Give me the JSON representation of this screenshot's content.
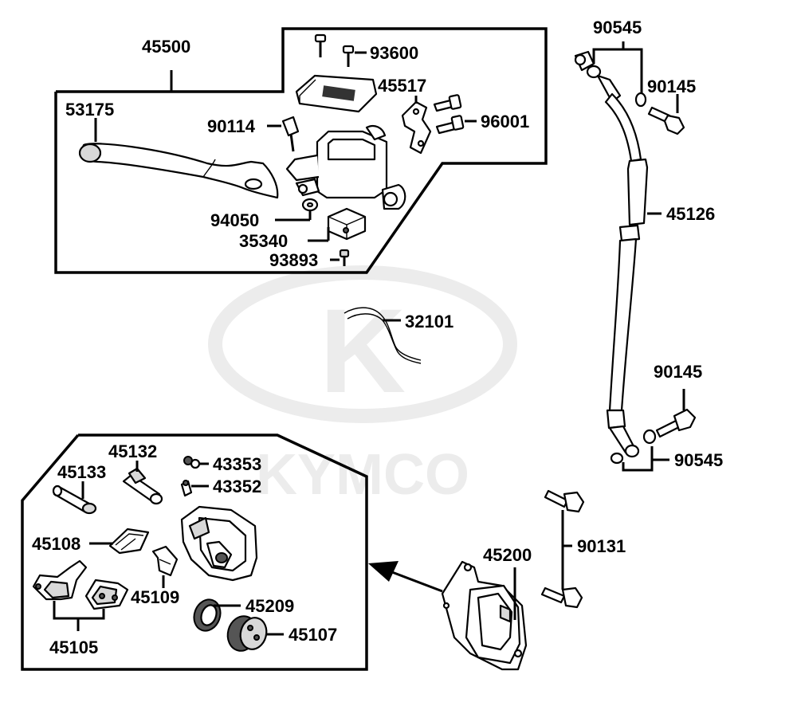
{
  "watermark": {
    "logo": "K",
    "text": "KYMCO"
  },
  "parts": {
    "p45500": "45500",
    "p93600": "93600",
    "p45517": "45517",
    "p53175": "53175",
    "p90114": "90114",
    "p96001": "96001",
    "p94050": "94050",
    "p35340": "35340",
    "p93893": "93893",
    "p90545_top": "90545",
    "p90145_top": "90145",
    "p45126": "45126",
    "p32101": "32101",
    "p90145_bottom": "90145",
    "p90545_bottom": "90545",
    "p45132": "45132",
    "p43353": "43353",
    "p45133": "45133",
    "p43352": "43352",
    "p45108": "45108",
    "p45109": "45109",
    "p45209": "45209",
    "p45107": "45107",
    "p45105": "45105",
    "p45200": "45200",
    "p90131": "90131"
  }
}
